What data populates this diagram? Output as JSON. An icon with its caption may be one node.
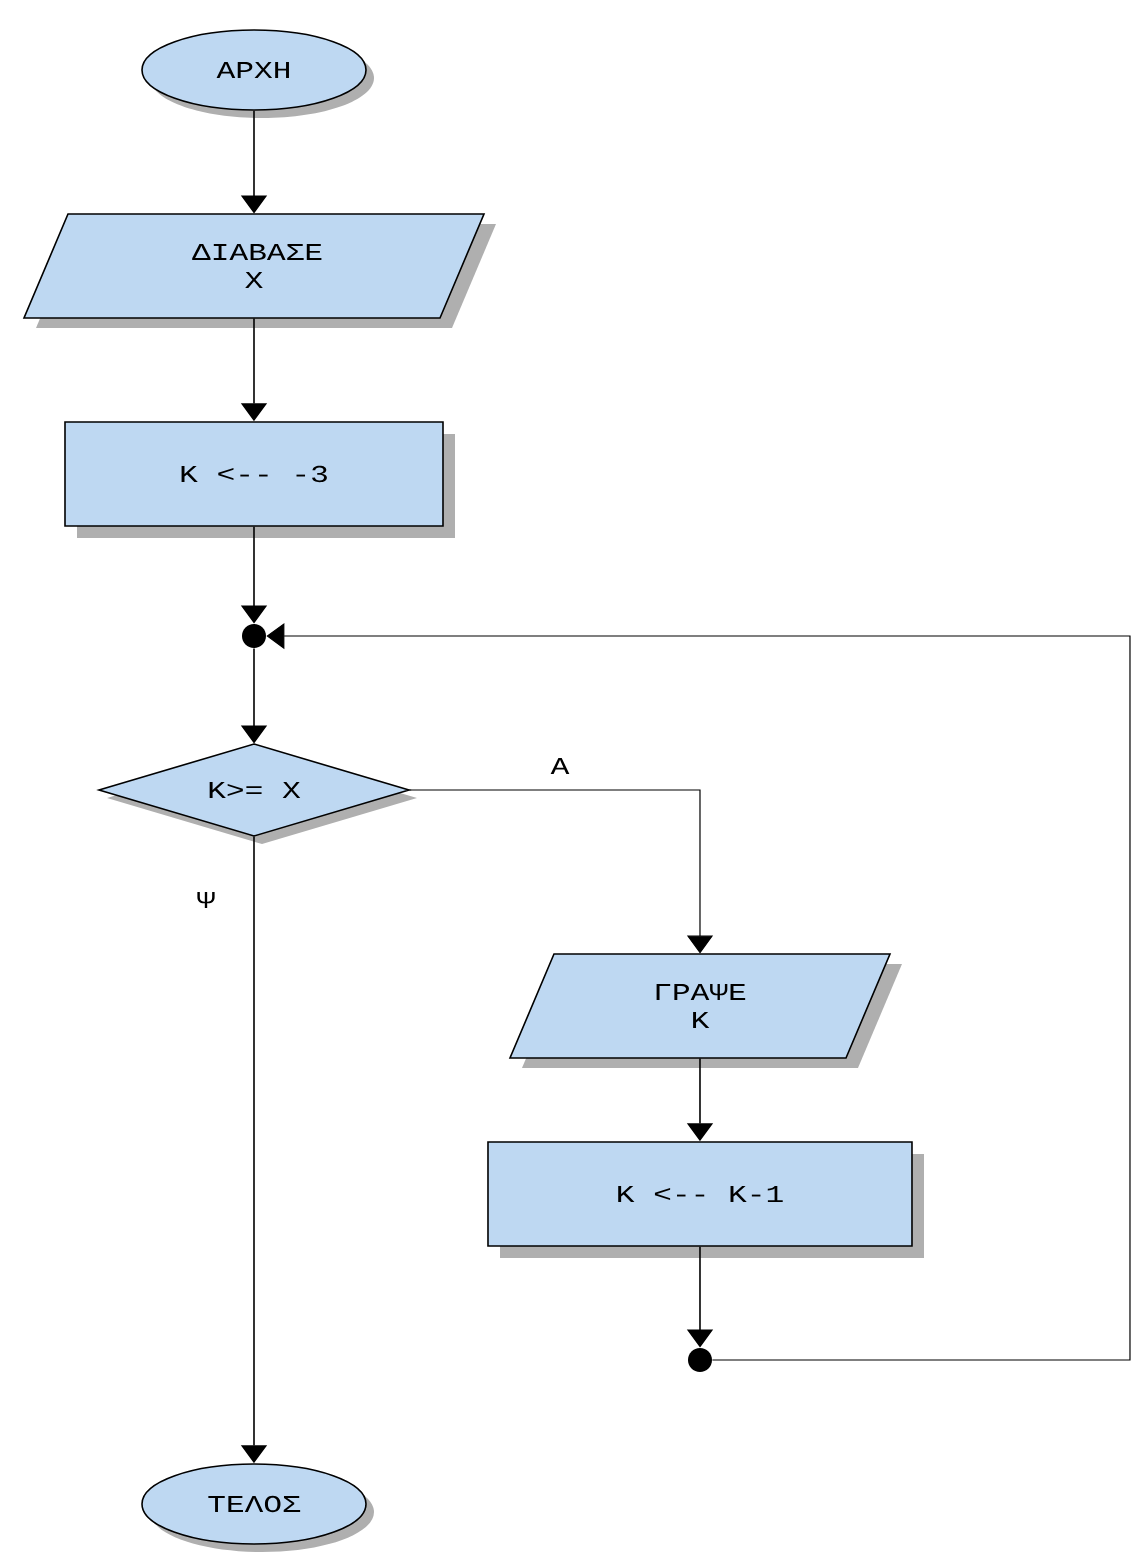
{
  "diagram": {
    "nodes": [
      {
        "text": [
          "ΑΡΧΗ"
        ]
      },
      {
        "text": [
          "ΔΙΑΒΑΣΕ Χ"
        ]
      },
      {
        "text": [
          "Κ <-- -3"
        ]
      },
      {
        "text": [],
        "shape": "circle"
      },
      {
        "text": [
          "Κ>= Χ"
        ]
      },
      {
        "text": [
          "ΓΡΑΨΕ Κ"
        ]
      },
      {
        "text": [
          "Κ <-- Κ-1"
        ]
      },
      {
        "text": [],
        "shape": "circle"
      },
      {
        "text": [
          "ΤΕΛΟΣ"
        ]
      }
    ],
    "edges": [
      {
        "from": 0,
        "to": 1,
        "arrow": "to"
      },
      {
        "from": 1,
        "to": 2,
        "arrow": "to"
      },
      {
        "from": 2,
        "to": 3,
        "arrow": "to"
      },
      {
        "from": 3,
        "to": 4,
        "arrow": "to"
      },
      {
        "from": 4,
        "to": 5,
        "arrow": "to",
        "label": "Α"
      },
      {
        "from": 5,
        "to": 6,
        "arrow": "to"
      },
      {
        "from": 6,
        "to": 7,
        "arrow": "to"
      },
      {
        "from": 7,
        "to": 3,
        "arrow": "to"
      },
      {
        "from": 4,
        "to": 8,
        "arrow": "to",
        "label": "Ψ"
      }
    ]
  }
}
